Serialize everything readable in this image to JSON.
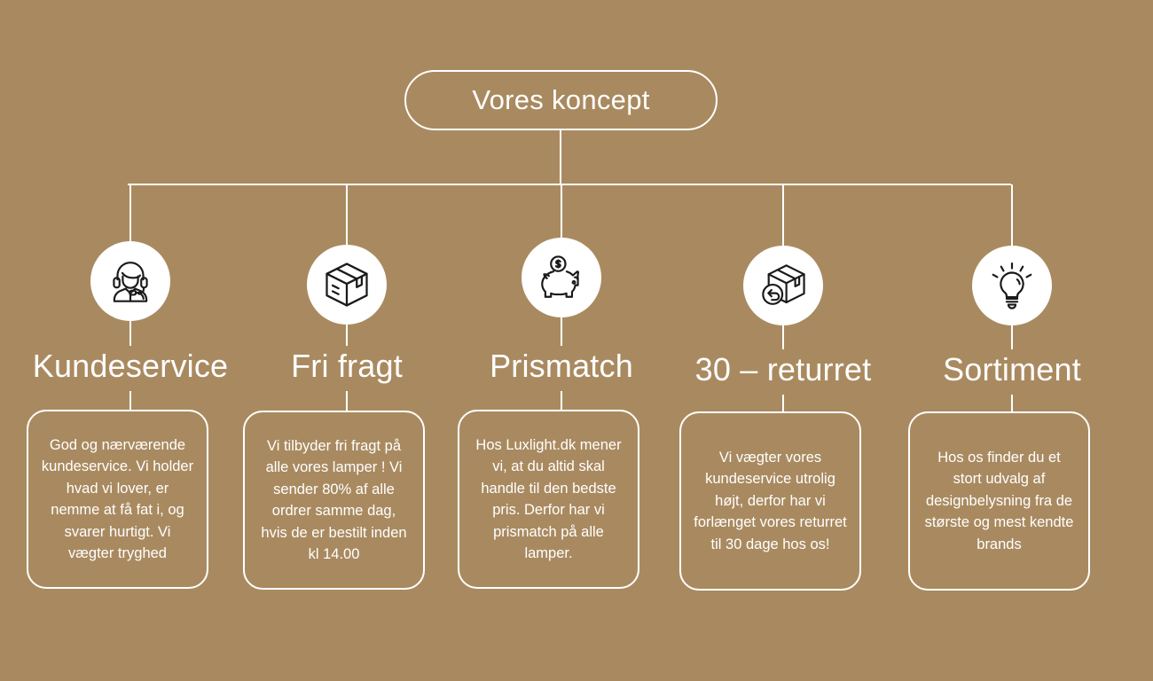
{
  "diagram": {
    "title": "Vores koncept",
    "background_color": "#a98a60",
    "line_color": "#ffffff",
    "text_color": "#ffffff",
    "icon_circle_color": "#ffffff",
    "icon_stroke_color": "#1a1a1a"
  },
  "branches": [
    {
      "icon": "customer-service-headset-icon",
      "heading": "Kundeservice",
      "body": "God og nærværende kundeservice. Vi holder hvad vi lover, er nemme at få fat i, og svarer hurtigt. Vi vægter tryghed"
    },
    {
      "icon": "shipping-box-icon",
      "heading": "Fri fragt",
      "body": "Vi tilbyder fri fragt på alle vores lamper ! Vi sender 80% af alle ordrer samme dag, hvis de er bestilt inden kl 14.00"
    },
    {
      "icon": "piggy-bank-coin-icon",
      "heading": "Prismatch",
      "body": "Hos Luxlight.dk mener vi, at du altid skal handle til den bedste pris. Derfor har vi prismatch på alle lamper."
    },
    {
      "icon": "box-return-arrow-icon",
      "heading": "30 – returret",
      "body": "Vi vægter vores kundeservice utrolig højt, derfor har vi forlænget vores returret til 30 dage hos os!"
    },
    {
      "icon": "lightbulb-icon",
      "heading": "Sortiment",
      "body": "Hos os finder du et stort udvalg af designbelysning fra de største og mest kendte brands"
    }
  ]
}
